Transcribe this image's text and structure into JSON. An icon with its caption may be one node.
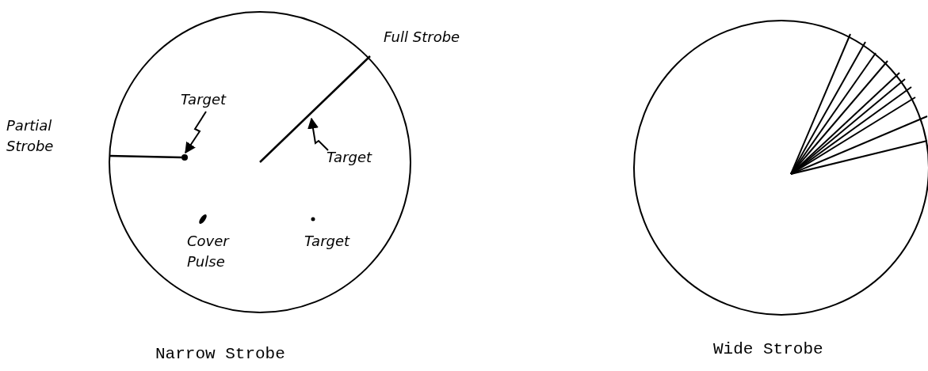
{
  "diagram": {
    "nodes": [
      {
        "text": [
          "Target"
        ]
      },
      {
        "text": [],
        "shape": "circle"
      },
      {
        "text": [
          "Target"
        ]
      }
    ],
    "edges": [
      {
        "from": 0,
        "to": 1,
        "arrow": "to"
      },
      {
        "from": 2,
        "to": null,
        "arrow": "to"
      }
    ],
    "labels": [
      "Full Strobe",
      "Partial Strobe",
      "Cover Pulse",
      "Target",
      "Narrow Strobe",
      "Wide Strobe"
    ]
  }
}
